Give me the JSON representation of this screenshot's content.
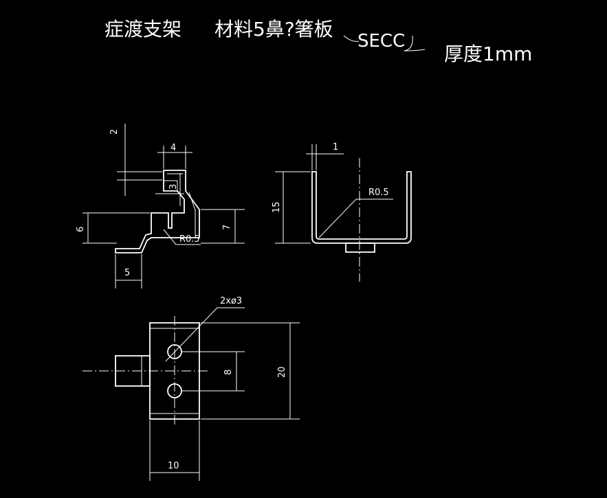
{
  "drawing": {
    "title_name": "症渡支架",
    "title_material": "材料5鼻?箸板",
    "title_spec": "SECC",
    "title_thickness": "厚度1mm"
  },
  "dimensions": {
    "side_top": "2",
    "side_width": "4",
    "side_notch": "3",
    "side_left_height": "6",
    "side_right_height": "7",
    "side_radius": "R0.5",
    "side_base": "5",
    "front_thickness": "1",
    "front_height": "15",
    "front_radius": "R0.5",
    "top_holes": "2xø3",
    "top_hole_spacing": "8",
    "top_height": "20",
    "top_width": "10"
  },
  "colors": {
    "background": "#000000",
    "line": "#ffffff"
  }
}
